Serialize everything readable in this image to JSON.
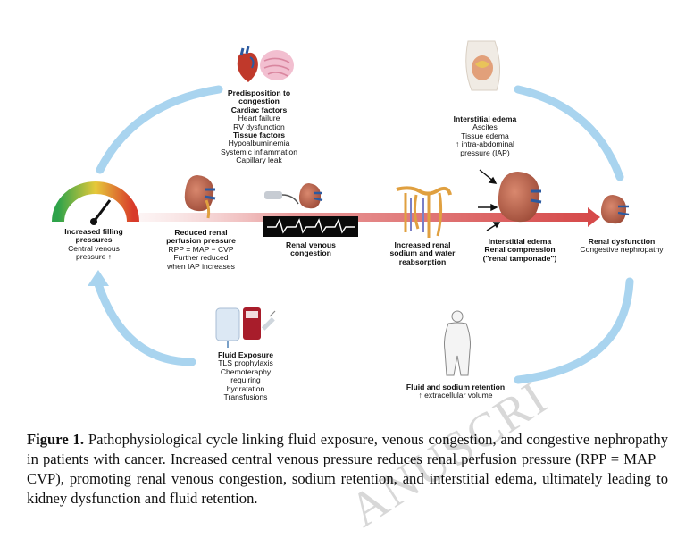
{
  "labels": {
    "predisposition": {
      "heading": "Predisposition to\ncongestion",
      "cardiac_heading": "Cardiac factors",
      "cardiac_items": [
        "Heart failure",
        "RV dysfunction"
      ],
      "tissue_heading": "Tissue factors",
      "tissue_items": [
        "Hypoalbuminemia",
        "Systemic inflammation",
        "Capillary leak"
      ]
    },
    "interstitial_edema_top": {
      "heading": "Interstitial edema",
      "items": [
        "Ascites",
        "Tissue edema",
        "↑ intra-abdominal",
        "pressure (IAP)"
      ]
    },
    "filling": {
      "heading": "Increased filling\npressures",
      "items": [
        "Central venous",
        "pressure ↑"
      ]
    },
    "reduced_perfusion": {
      "heading": "Reduced renal\nperfusion pressure",
      "items": [
        "RPP = MAP − CVP",
        "Further reduced",
        "when IAP increases"
      ]
    },
    "venous_congestion": {
      "heading": "Renal venous\ncongestion"
    },
    "sodium": {
      "heading": "Increased renal\nsodium and water\nreabsorption"
    },
    "compression": {
      "heading": "Interstitial edema\nRenal compression\n(\"renal tamponade\")"
    },
    "dysfunction": {
      "heading": "Renal dysfunction",
      "items": [
        "Congestive nephropathy"
      ]
    },
    "fluid_exposure": {
      "heading": "Fluid Exposure",
      "items": [
        "TLS prophylaxis",
        "Chemoteraphy",
        "requiring",
        "hydratation",
        "Transfusions"
      ]
    },
    "fluid_retention": {
      "heading": "Fluid and sodium retention",
      "items": [
        "↑ extracellular volume"
      ]
    }
  },
  "caption": {
    "figure_label": "Figure 1.",
    "text": " Pathophysiological cycle linking fluid exposure, venous congestion, and congestive nephropathy in patients with cancer. Increased central venous pressure reduces renal perfusion pressure (RPP = MAP − CVP), promoting renal venous congestion, sodium retention, and interstitial edema, ultimately leading to kidney dysfunction and fluid retention."
  },
  "watermark": "ANUSCRI",
  "icons": [
    "heart-icon",
    "tissue-icon",
    "abdomen-icon",
    "gauge-icon",
    "kidney-icon",
    "ultrasound-probe-icon",
    "doppler-waveform-icon",
    "nephron-icon",
    "iv-bag-icon",
    "blood-bag-icon",
    "syringe-icon",
    "body-silhouette-icon",
    "pressure-arrow-icon"
  ],
  "colors": {
    "cycle_arrow": "#a9d4ef",
    "main_arrow": "#d95b5b",
    "kidney": "#b5654f",
    "gauge_low": "#2ea34a",
    "gauge_mid": "#e6c93a",
    "gauge_high": "#d83a2a"
  }
}
